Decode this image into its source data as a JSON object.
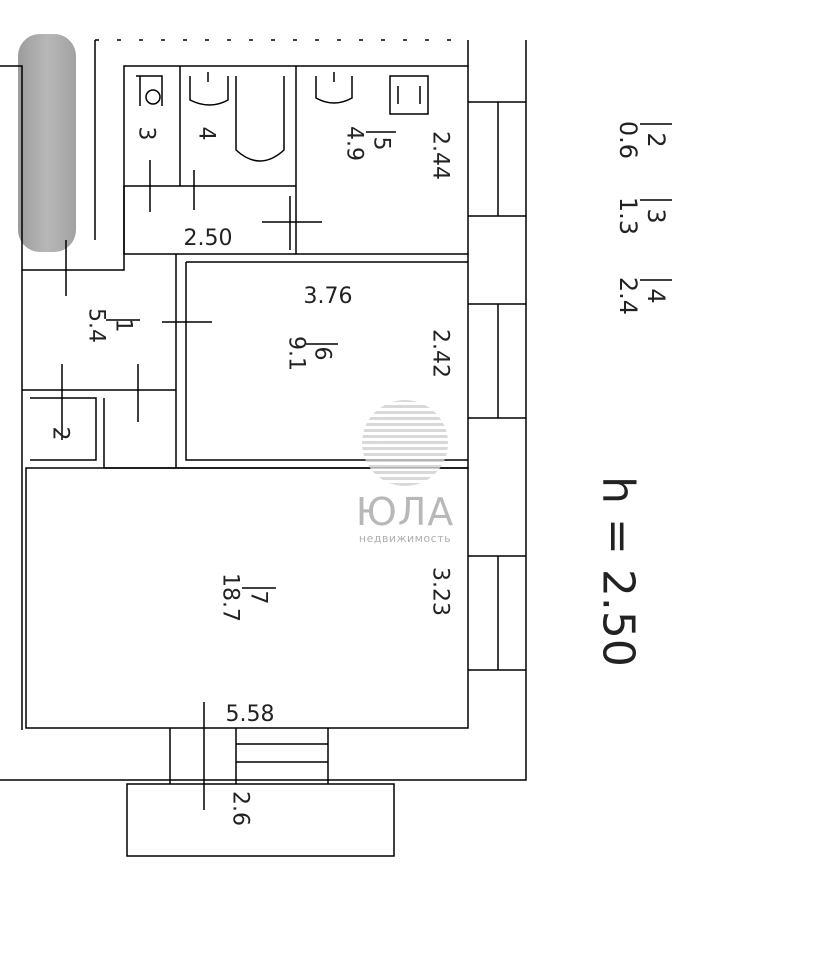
{
  "rooms": [
    {
      "num": "1",
      "area": "5.4"
    },
    {
      "num": "2",
      "area": ""
    },
    {
      "num": "3",
      "area": ""
    },
    {
      "num": "4",
      "area": ""
    },
    {
      "num": "5",
      "area": "4.9"
    },
    {
      "num": "6",
      "area": "9.1"
    },
    {
      "num": "7",
      "area": "18.7"
    }
  ],
  "dimensions": {
    "d1": "2.44",
    "d2": "2.50",
    "d3": "3.76",
    "d4": "2.42",
    "d5": "3.23",
    "d6": "5.58",
    "d7": "2.6"
  },
  "legend": [
    {
      "num": "2",
      "area": "0.6"
    },
    {
      "num": "3",
      "area": "1.3"
    },
    {
      "num": "4",
      "area": "2.4"
    }
  ],
  "height_note": "h = 2.50",
  "watermark": {
    "name": "ЮЛА",
    "sub": "недвижимость"
  },
  "colors": {
    "line": "#000000",
    "watermark": "#b8b8b8"
  }
}
